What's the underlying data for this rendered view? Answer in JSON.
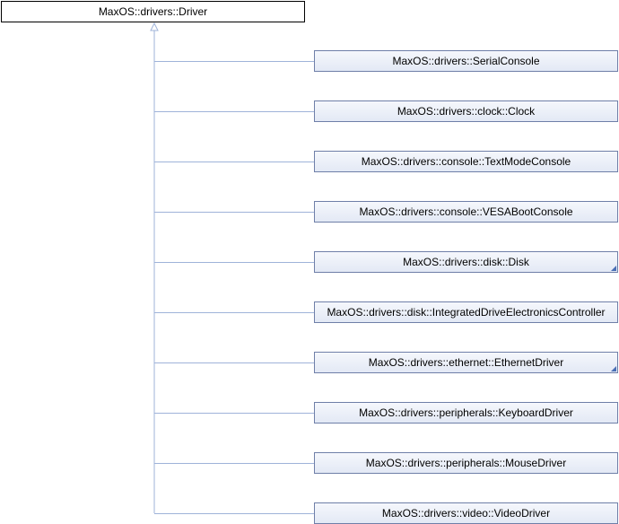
{
  "diagram": {
    "base": {
      "label": "MaxOS::drivers::Driver"
    },
    "children": [
      {
        "label": "MaxOS::drivers::SerialConsole",
        "has_more": false
      },
      {
        "label": "MaxOS::drivers::clock::Clock",
        "has_more": false
      },
      {
        "label": "MaxOS::drivers::console::TextModeConsole",
        "has_more": false
      },
      {
        "label": "MaxOS::drivers::console::VESABootConsole",
        "has_more": false
      },
      {
        "label": "MaxOS::drivers::disk::Disk",
        "has_more": true
      },
      {
        "label": "MaxOS::drivers::disk::IntegratedDriveElectronicsController",
        "has_more": false
      },
      {
        "label": "MaxOS::drivers::ethernet::EthernetDriver",
        "has_more": true
      },
      {
        "label": "MaxOS::drivers::peripherals::KeyboardDriver",
        "has_more": false
      },
      {
        "label": "MaxOS::drivers::peripherals::MouseDriver",
        "has_more": false
      },
      {
        "label": "MaxOS::drivers::video::VideoDriver",
        "has_more": false
      }
    ],
    "colors": {
      "edge": "#9fb3d9",
      "border": "#6f7fa8",
      "base_border": "#000000"
    }
  }
}
